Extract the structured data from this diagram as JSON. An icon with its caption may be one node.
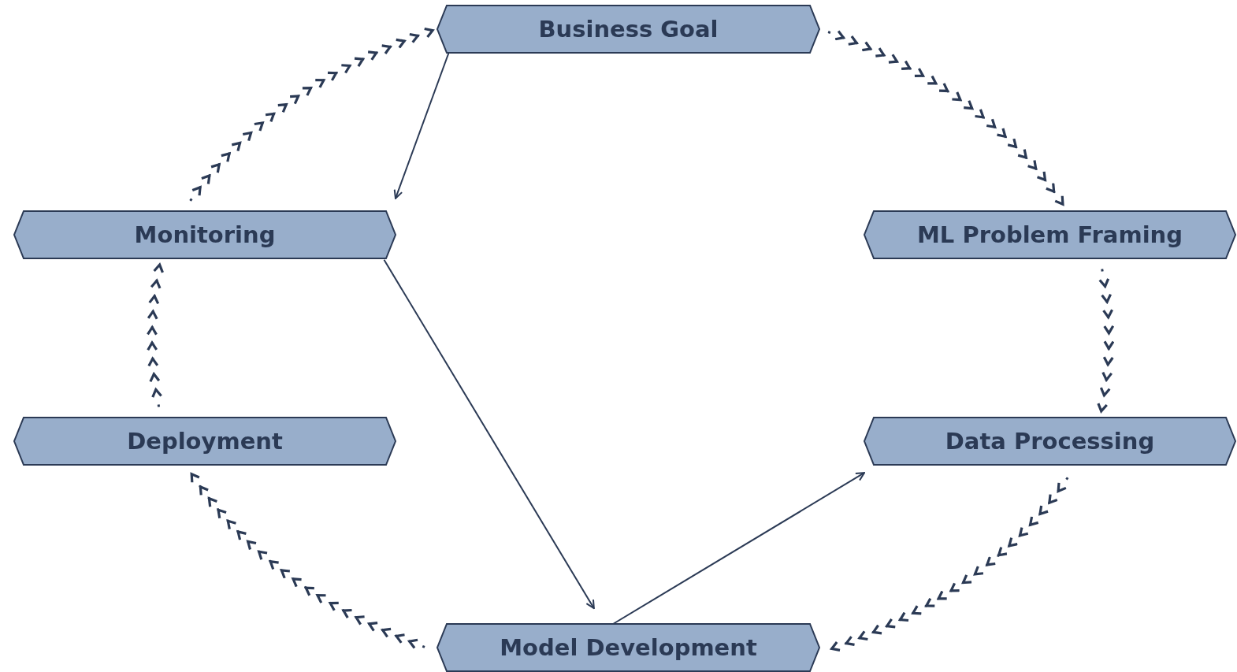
{
  "diagram": {
    "nodes": [
      {
        "text": [
          "Business Goal"
        ]
      },
      {
        "text": [
          "Monitoring"
        ]
      },
      {
        "text": [
          "ML Problem Framing"
        ]
      },
      {
        "text": [
          "Deployment"
        ]
      },
      {
        "text": [
          "Data Processing"
        ]
      },
      {
        "text": [
          "Model Development"
        ]
      }
    ],
    "edges": [
      {
        "from": 0,
        "to": 2,
        "arrow": "to",
        "style": "dashed"
      },
      {
        "from": 2,
        "to": 4,
        "arrow": "to",
        "style": "dashed"
      },
      {
        "from": 4,
        "to": 5,
        "arrow": "to",
        "style": "dashed"
      },
      {
        "from": 5,
        "to": 3,
        "arrow": "to",
        "style": "dashed"
      },
      {
        "from": 3,
        "to": 1,
        "arrow": "to",
        "style": "dashed"
      },
      {
        "from": 1,
        "to": 0,
        "arrow": "to",
        "style": "dashed"
      },
      {
        "from": 0,
        "to": 1,
        "arrow": "to"
      },
      {
        "from": 1,
        "to": 5,
        "arrow": "to"
      },
      {
        "from": 5,
        "to": 4,
        "arrow": "to"
      }
    ]
  }
}
